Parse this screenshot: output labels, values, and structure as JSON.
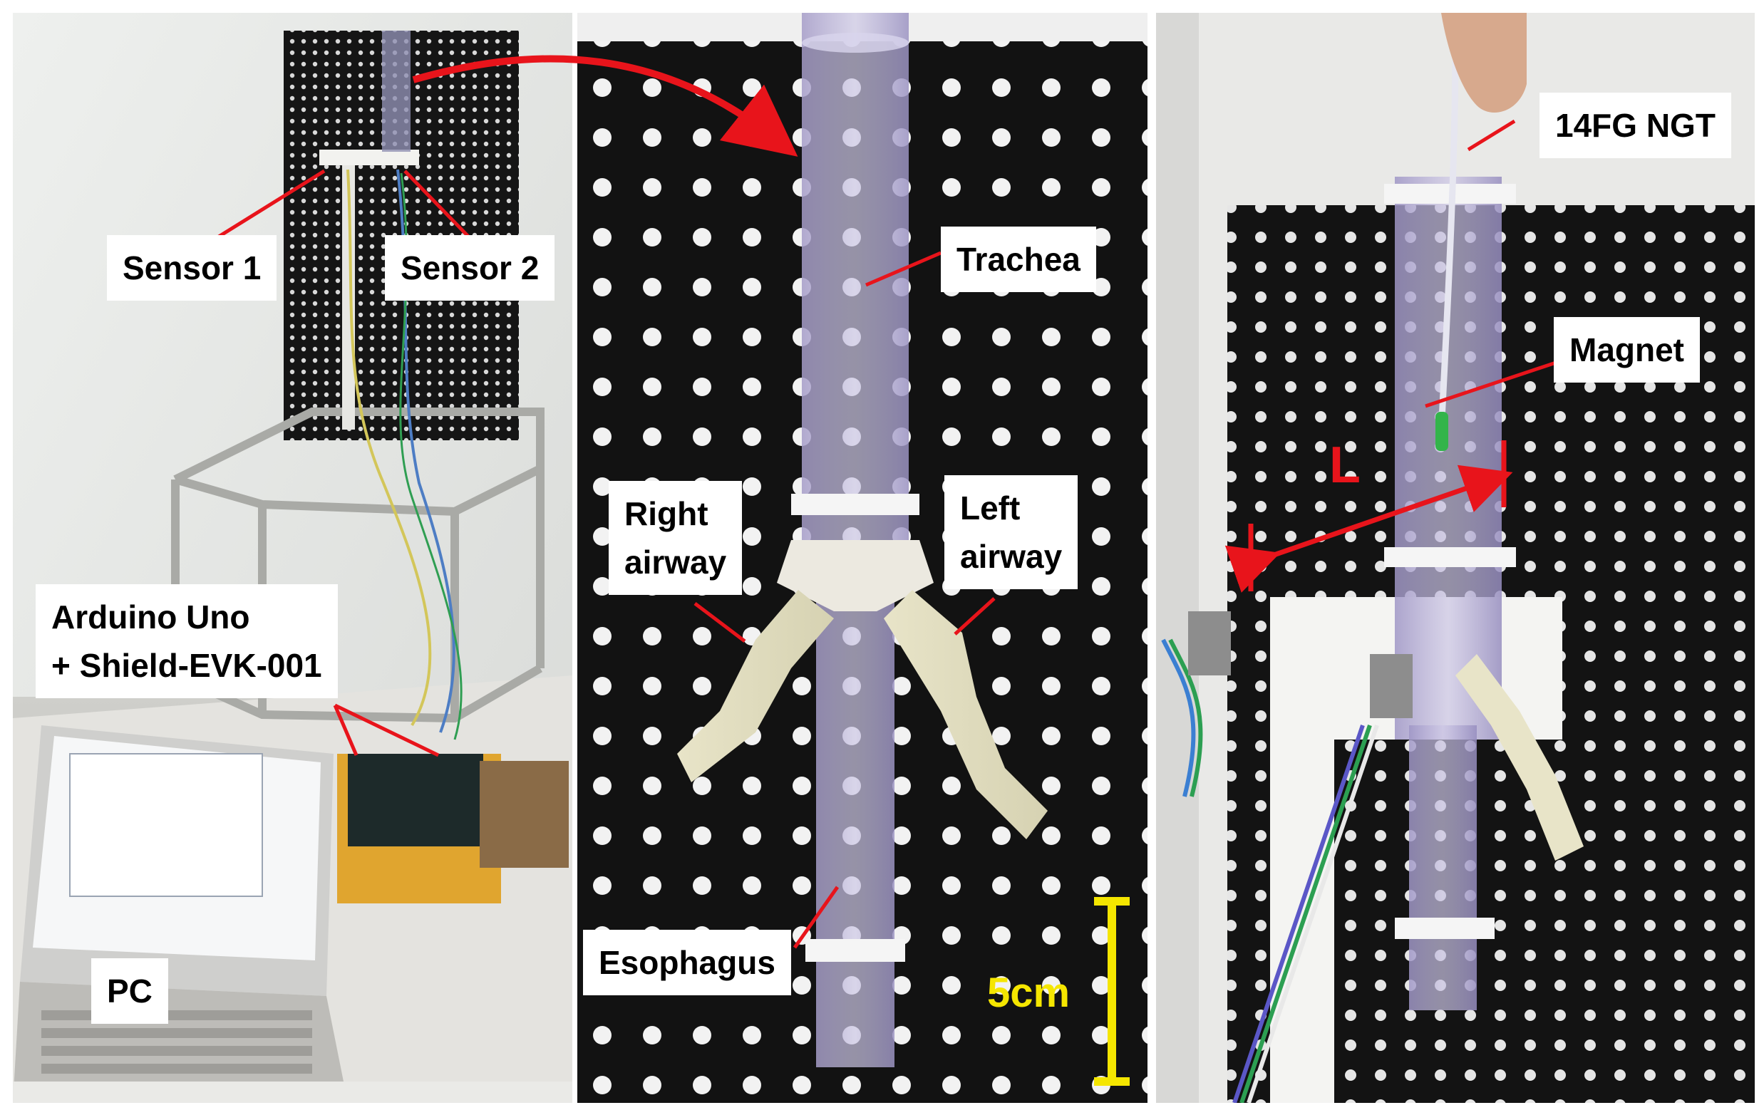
{
  "labels": {
    "sensor1": "Sensor 1",
    "sensor2": "Sensor 2",
    "arduino": "Arduino Uno\n+ Shield-EVK-001",
    "pc": "PC",
    "trachea": "Trachea",
    "right_airway": "Right\nairway",
    "left_airway": "Left\nairway",
    "esophagus": "Esophagus",
    "scale": "5cm",
    "ngt": "14FG NGT",
    "magnet": "Magnet",
    "length": "L"
  },
  "colors": {
    "annotation_red": "#e8141b",
    "scale_yellow": "#f5e600",
    "pegboard": "#141414",
    "tube_purple": "#b7aed4",
    "label_bg": "#ffffff"
  }
}
